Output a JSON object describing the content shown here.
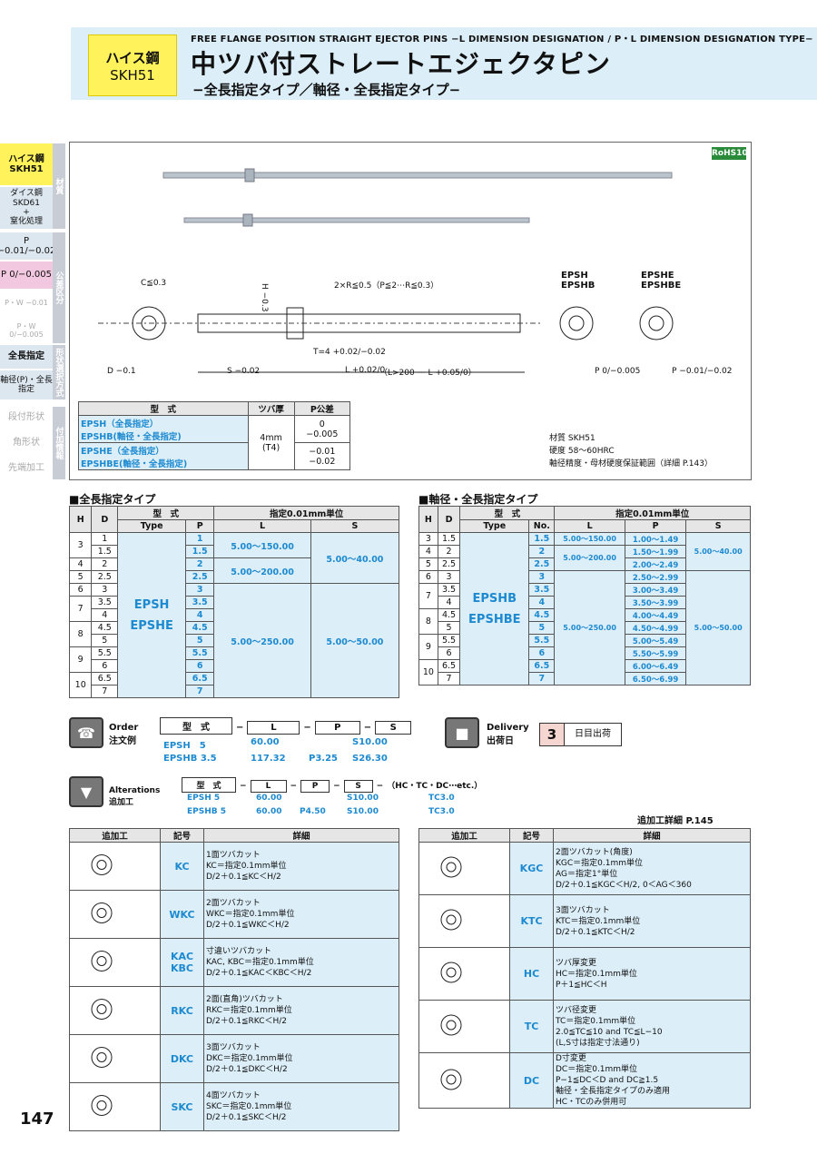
{
  "header": {
    "material_jp": "ハイス鋼",
    "material_code": "SKH51",
    "title_en": "FREE FLANGE POSITION STRAIGHT EJECTOR PINS −L DIMENSION DESIGNATION / P・L DIMENSION DESIGNATION TYPE−",
    "title_jp": "中ツバ付ストレートエジェクタピン",
    "subtitle_jp": "−全長指定タイプ／軸径・全長指定タイプ−"
  },
  "side": {
    "items": [
      "ハイス鋼\nSKH51",
      "ダイス鋼\nSKD61\n+\n窒化処理",
      "P −0.01/−0.02",
      "P 0/−0.005",
      "P・W −0.01",
      "P・W 0/−0.005",
      "全長指定",
      "軸径(P)・全長\n指定",
      "段付形状",
      "角形状",
      "先端加工"
    ],
    "tabs": [
      "材質",
      "公差区分",
      "形状選択方式",
      "付加情報"
    ]
  },
  "figure": {
    "rohs": "RoHS10",
    "labels": {
      "c": "C≦0.3",
      "r": "2×R≦0.5（P≦2⋯R≦0.3）",
      "h": "H −0.3",
      "d": "D −0.1",
      "s": "S −0.02",
      "t": "T=4 +0.02/−0.02",
      "l": "L +0.02/0",
      "lgt": "（L>200 ⋯ L +0.05/0）",
      "g1": "EPSH\nEPSHB",
      "g2": "EPSHE\nEPSHBE",
      "p1": "P 0/−0.005",
      "p2": "P −0.01/−0.02"
    },
    "tol_table": {
      "headers": [
        "型　式",
        "ツバ厚",
        "P公差"
      ],
      "rows": [
        [
          "EPSH（全長指定）",
          "EPSHB(軸径・全長指定)"
        ],
        [
          "EPSHE（全長指定）",
          "EPSHBE(軸径・全長指定)"
        ]
      ],
      "flange": "4mm\n(T4)",
      "tol1": "0\n−0.005",
      "tol2": "−0.01\n−0.02"
    },
    "material_note": {
      "m": "材質 SKH51",
      "h": "硬度 58〜60HRC",
      "n": "軸径精度・母材硬度保証範囲（詳細 P.143）"
    }
  },
  "table1": {
    "title": "■全長指定タイプ",
    "headers": [
      "H",
      "D",
      "型　式",
      "指定0.01mm単位",
      "Type",
      "P",
      "L",
      "S"
    ],
    "types": [
      "EPSH",
      "EPSHE"
    ],
    "rows": [
      [
        "3",
        "1",
        "1"
      ],
      [
        "",
        "1.5",
        "1.5"
      ],
      [
        "4",
        "2",
        "2"
      ],
      [
        "5",
        "2.5",
        "2.5"
      ],
      [
        "6",
        "3",
        "3"
      ],
      [
        "7",
        "3.5",
        "3.5"
      ],
      [
        "",
        "4",
        "4"
      ],
      [
        "8",
        "4.5",
        "4.5"
      ],
      [
        "",
        "5",
        "5"
      ],
      [
        "9",
        "5.5",
        "5.5"
      ],
      [
        "",
        "6",
        "6"
      ],
      [
        "10",
        "6.5",
        "6.5"
      ],
      [
        "",
        "7",
        "7"
      ]
    ],
    "L": [
      "5.00〜150.00",
      "5.00〜200.00",
      "5.00〜250.00"
    ],
    "S": [
      "5.00〜40.00",
      "5.00〜50.00"
    ]
  },
  "table2": {
    "title": "■軸径・全長指定タイプ",
    "headers": [
      "H",
      "D",
      "型　式",
      "指定0.01mm単位",
      "Type",
      "No.",
      "L",
      "P",
      "S"
    ],
    "types": [
      "EPSHB",
      "EPSHBE"
    ],
    "rows": [
      [
        "3",
        "1.5",
        "1.5",
        "1.00〜1.49"
      ],
      [
        "4",
        "2",
        "2",
        "1.50〜1.99"
      ],
      [
        "5",
        "2.5",
        "2.5",
        "2.00〜2.49"
      ],
      [
        "6",
        "3",
        "3",
        "2.50〜2.99"
      ],
      [
        "7",
        "3.5",
        "3.5",
        "3.00〜3.49"
      ],
      [
        "",
        "4",
        "4",
        "3.50〜3.99"
      ],
      [
        "8",
        "4.5",
        "4.5",
        "4.00〜4.49"
      ],
      [
        "",
        "5",
        "5",
        "4.50〜4.99"
      ],
      [
        "9",
        "5.5",
        "5.5",
        "5.00〜5.49"
      ],
      [
        "",
        "6",
        "6",
        "5.50〜5.99"
      ],
      [
        "10",
        "6.5",
        "6.5",
        "6.00〜6.49"
      ],
      [
        "",
        "7",
        "7",
        "6.50〜6.99"
      ]
    ],
    "L": [
      "5.00〜150.00",
      "5.00〜200.00",
      "5.00〜250.00"
    ],
    "S": [
      "5.00〜40.00",
      "5.00〜50.00"
    ]
  },
  "order": {
    "label": "Order\n注文例",
    "cols": [
      "型　式",
      "L",
      "P",
      "S"
    ],
    "ex1": [
      "EPSH　5",
      "60.00",
      "",
      "S10.00"
    ],
    "ex2": [
      "EPSHB 3.5",
      "117.32",
      "P3.25",
      "S26.30"
    ]
  },
  "delivery": {
    "label": "Delivery\n出荷日",
    "days": "3",
    "text": "日目出荷"
  },
  "alter": {
    "label": "Alterations\n追加工",
    "cols": [
      "型　式",
      "L",
      "P",
      "S",
      "（HC・TC・DC⋯etc.）"
    ],
    "ex1": [
      "EPSH 5",
      "60.00",
      "",
      "S10.00",
      "TC3.0"
    ],
    "ex2": [
      "EPSHB 5",
      "60.00",
      "P4.50",
      "S10.00",
      "TC3.0"
    ],
    "detail": "追加工詳細 P.145"
  },
  "alt_table": {
    "headers": [
      "追加工",
      "記号",
      "詳細"
    ],
    "left": [
      {
        "code": "KC",
        "desc": "1面ツバカット\nKC＝指定0.1mm単位\nD/2＋0.1≦KC＜H/2"
      },
      {
        "code": "WKC",
        "desc": "2面ツバカット\nWKC＝指定0.1mm単位\nD/2＋0.1≦WKC＜H/2"
      },
      {
        "code": "KAC\nKBC",
        "desc": "寸違いツバカット\nKAC, KBC＝指定0.1mm単位\nD/2＋0.1≦KAC＜KBC＜H/2"
      },
      {
        "code": "RKC",
        "desc": "2面(直角)ツバカット\nRKC＝指定0.1mm単位\nD/2＋0.1≦RKC＜H/2"
      },
      {
        "code": "DKC",
        "desc": "3面ツバカット\nDKC＝指定0.1mm単位\nD/2＋0.1≦DKC＜H/2"
      },
      {
        "code": "SKC",
        "desc": "4面ツバカット\nSKC＝指定0.1mm単位\nD/2＋0.1≦SKC＜H/2"
      }
    ],
    "right": [
      {
        "code": "KGC",
        "desc": "2面ツバカット(角度)\nKGC＝指定0.1mm単位\nAG＝指定1°単位\nD/2＋0.1≦KGC＜H/2, 0＜AG＜360"
      },
      {
        "code": "KTC",
        "desc": "3面ツバカット\nKTC＝指定0.1mm単位\nD/2＋0.1≦KTC＜H/2"
      },
      {
        "code": "HC",
        "desc": "ツバ厚変更\nHC＝指定0.1mm単位\nP＋1≦HC＜H"
      },
      {
        "code": "TC",
        "desc": "ツバ径変更\nTC＝指定0.1mm単位\n2.0≦TC≦10 and TC≦L−10\n(L,S寸は指定寸法通り)"
      },
      {
        "code": "DC",
        "desc": "D寸変更\nDC＝指定0.1mm単位\nP−1≦DC＜D and DC≧1.5\n軸径・全長指定タイプのみ適用\nHC・TCのみ併用可"
      }
    ]
  },
  "page_number": "147"
}
